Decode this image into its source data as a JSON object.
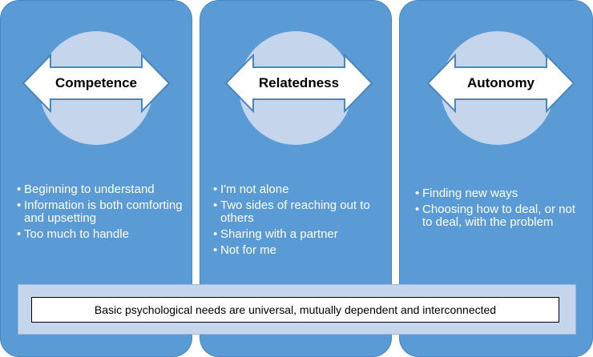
{
  "panels": [
    {
      "title": "Competence",
      "bullets": [
        "Beginning to understand",
        "Information is both comforting and upsetting",
        "Too much to handle"
      ]
    },
    {
      "title": "Relatedness",
      "bullets": [
        "I'm not alone",
        "Two sides of reaching out to others",
        "Sharing with a partner",
        "Not for me"
      ]
    },
    {
      "title": "Autonomy",
      "bullets": [
        "Finding new ways",
        "Choosing how to deal, or not to deal, with the problem"
      ]
    }
  ],
  "footer": {
    "text": "Basic psychological needs are universal, mutually dependent and interconnected"
  },
  "colors": {
    "panel": "#5b9bd5",
    "circle": "#c5d6ec",
    "arrow_fill": "#ffffff",
    "arrow_stroke": "#4a86bf"
  }
}
